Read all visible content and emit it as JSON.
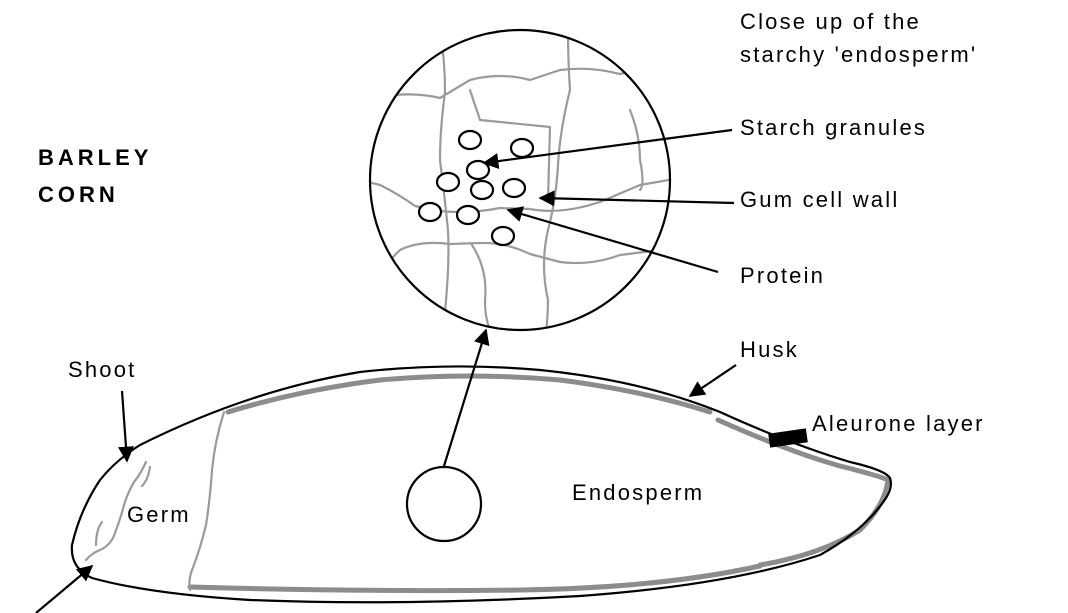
{
  "title": {
    "line1": "BARLEY",
    "line2": "CORN"
  },
  "closeup_caption": {
    "line1": "Close up of the",
    "line2": "starchy 'endosperm'"
  },
  "labels": {
    "starch_granules": "Starch granules",
    "gum_cell_wall": "Gum cell wall",
    "protein": "Protein",
    "husk": "Husk",
    "aleurone_layer": "Aleurone layer",
    "shoot": "Shoot",
    "germ": "Germ",
    "endosperm": "Endosperm"
  },
  "colors": {
    "outline": "#000000",
    "cell_wall": "#9a9a9a",
    "husk_band": "#8c8c8c"
  }
}
